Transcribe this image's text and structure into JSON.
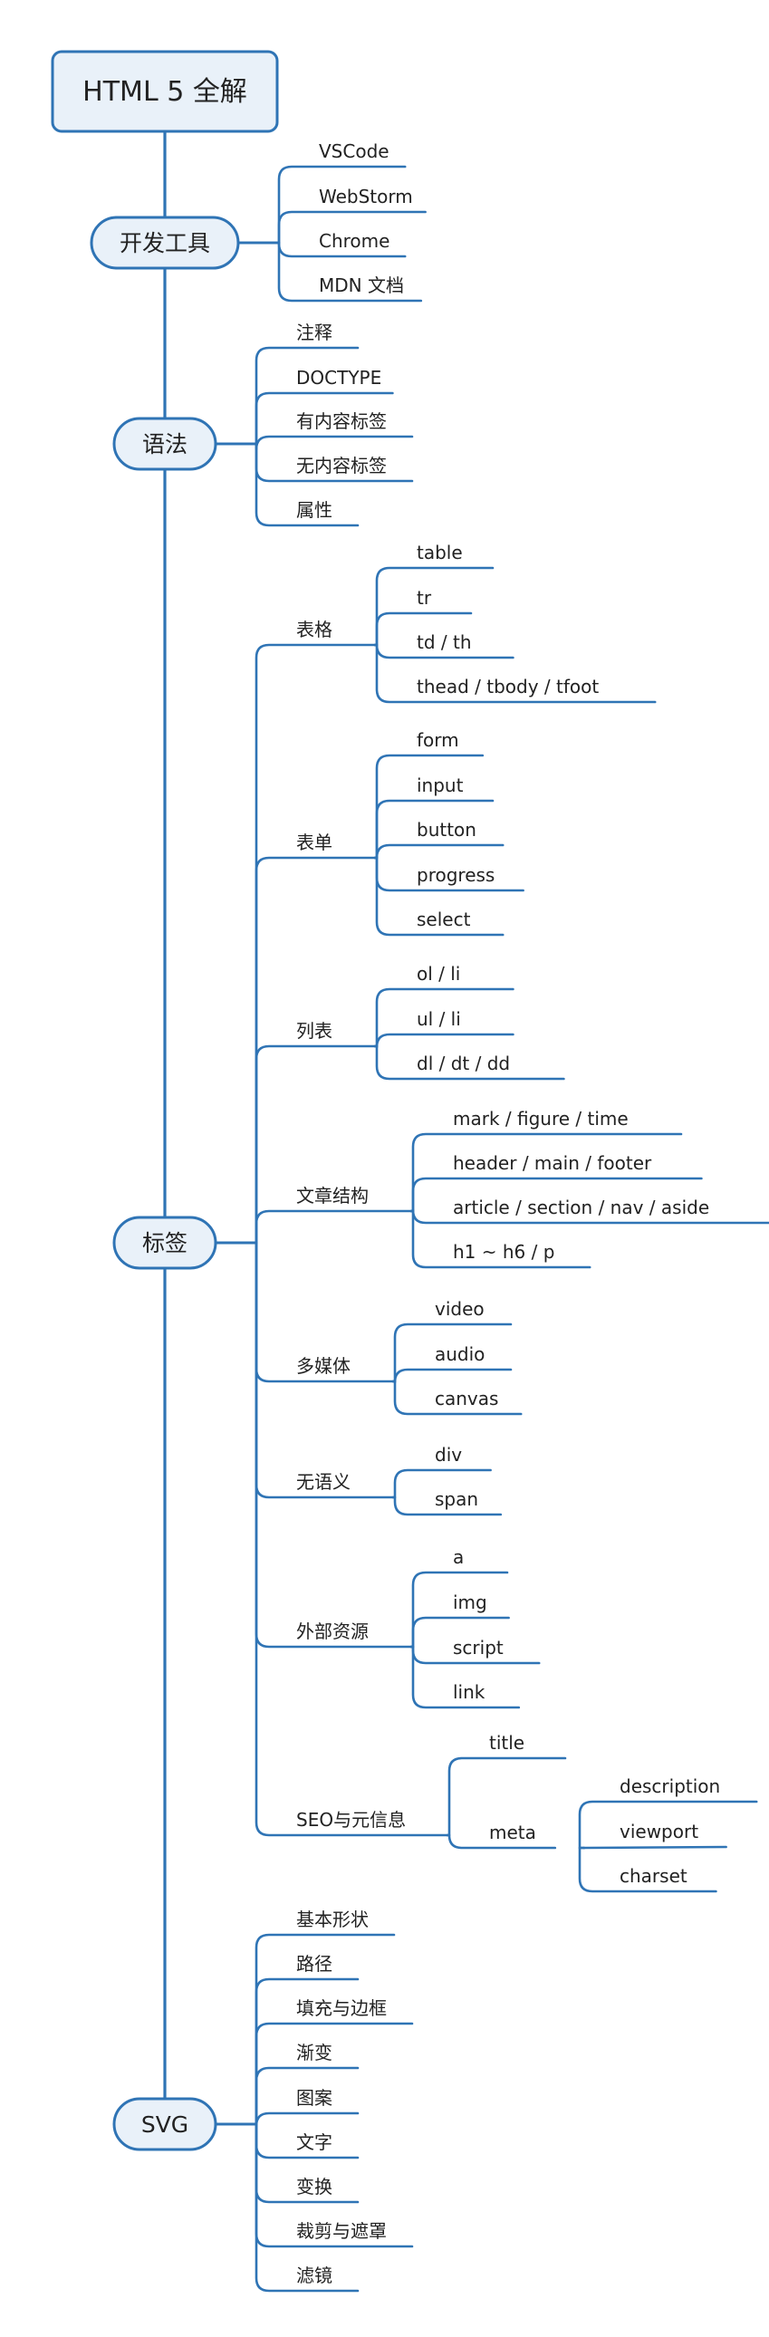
{
  "root": {
    "label": "HTML 5 全解"
  },
  "topics": [
    {
      "id": "tools",
      "label": "开发工具",
      "children": [
        "VSCode",
        "WebStorm",
        "Chrome",
        "MDN 文档"
      ]
    },
    {
      "id": "syntax",
      "label": "语法",
      "children": [
        "注释",
        "DOCTYPE",
        "有内容标签",
        "无内容标签",
        "属性"
      ]
    },
    {
      "id": "tags",
      "label": "标签",
      "groups": [
        {
          "label": "表格",
          "children": [
            "table",
            "tr",
            "td / th",
            "thead / tbody / tfoot"
          ]
        },
        {
          "label": "表单",
          "children": [
            "form",
            "input",
            "button",
            "progress",
            "select"
          ]
        },
        {
          "label": "列表",
          "children": [
            "ol / li",
            "ul / li",
            "dl / dt / dd"
          ]
        },
        {
          "label": "文章结构",
          "children": [
            "mark / figure / time",
            "header / main / footer",
            "article / section / nav / aside",
            "h1 ~ h6 / p"
          ]
        },
        {
          "label": "多媒体",
          "children": [
            "video",
            "audio",
            "canvas"
          ]
        },
        {
          "label": "无语义",
          "children": [
            "div",
            "span"
          ]
        },
        {
          "label": "外部资源",
          "children": [
            "a",
            "img",
            "script",
            "link"
          ]
        },
        {
          "label": "SEO与元信息",
          "children": [
            "title",
            "meta"
          ],
          "meta_children": [
            "description",
            "viewport",
            "charset"
          ]
        }
      ]
    },
    {
      "id": "svg",
      "label": "SVG",
      "children": [
        "基本形状",
        "路径",
        "填充与边框",
        "渐变",
        "图案",
        "文字",
        "变换",
        "裁剪与遮罩",
        "滤镜"
      ]
    }
  ]
}
